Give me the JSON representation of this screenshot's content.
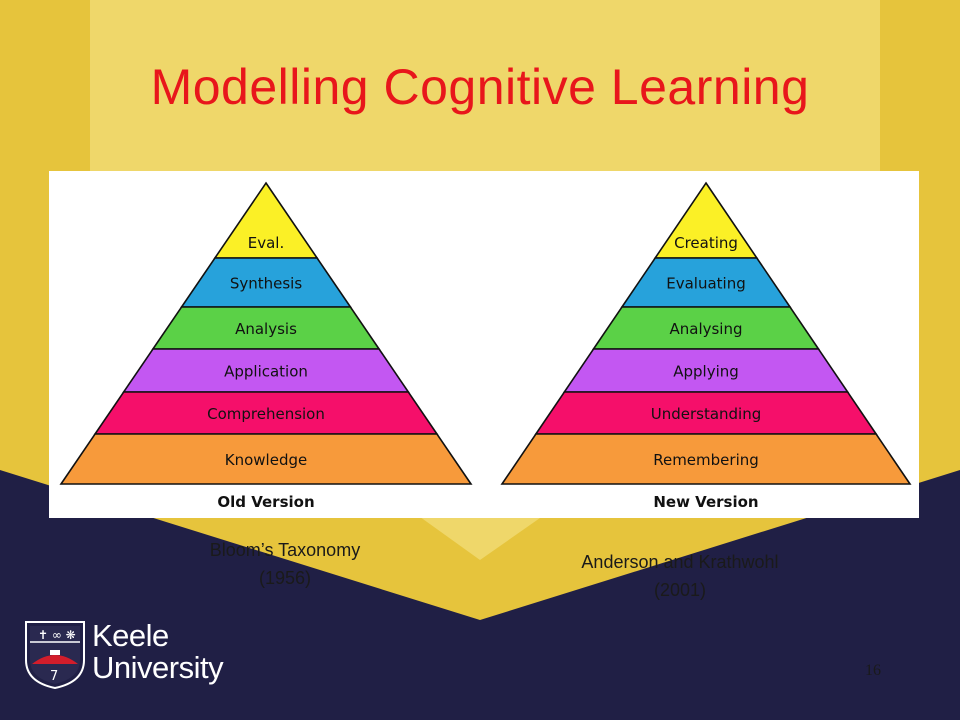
{
  "slide": {
    "title": "Modelling Cognitive Learning",
    "page_number": "16"
  },
  "colors": {
    "background_yellow": "#e6c43c",
    "background_light": "#efd76a",
    "background_navy": "#201f45",
    "title_red": "#e8161b",
    "layer_yellow": "#fbf026",
    "layer_blue": "#27a2db",
    "layer_green": "#5bd147",
    "layer_purple": "#c357f2",
    "layer_pink": "#f50f6a",
    "layer_orange": "#f79a3b"
  },
  "pyramids": [
    {
      "layers": [
        "Eval.",
        "Synthesis",
        "Analysis",
        "Application",
        "Comprehension",
        "Knowledge"
      ],
      "version_label": "Old Version"
    },
    {
      "layers": [
        "Creating",
        "Evaluating",
        "Analysing",
        "Applying",
        "Understanding",
        "Remembering"
      ],
      "version_label": "New Version"
    }
  ],
  "captions": {
    "left": {
      "line1": "Bloom’s Taxonomy",
      "line2": "(1956)"
    },
    "right": {
      "line1": "Anderson and Krathwohl",
      "line2": "(2001)"
    }
  },
  "logo": {
    "line1": "Keele",
    "line2": "University"
  }
}
